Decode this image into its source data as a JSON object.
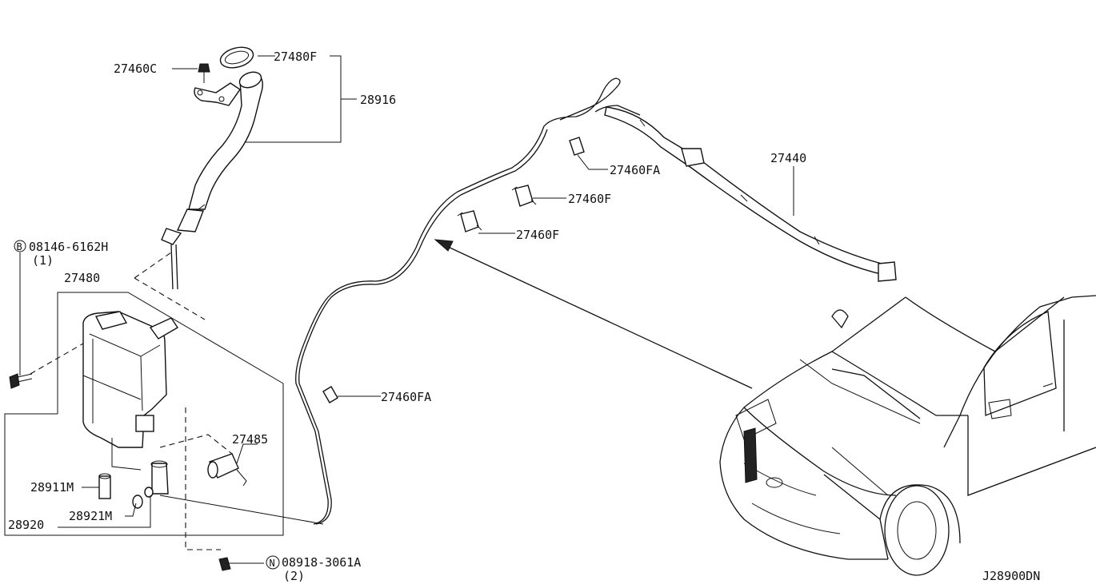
{
  "labels": {
    "p27460C": "27460C",
    "p27480F": "27480F",
    "p28916": "28916",
    "b_code": "B",
    "p08146": "08146-6162H",
    "q08146": "(1)",
    "p27480": "27480",
    "p27485": "27485",
    "p28911M": "28911M",
    "p28921M": "28921M",
    "p28920": "28920",
    "n_code": "N",
    "p08918": "08918-3061A",
    "q08918": "(2)",
    "p27460FA_top": "27460FA",
    "p27460F_a": "27460F",
    "p27460F_b": "27460F",
    "p27440": "27440",
    "p27460FA_bot": "27460FA",
    "diagram_id": "J28900DN"
  }
}
